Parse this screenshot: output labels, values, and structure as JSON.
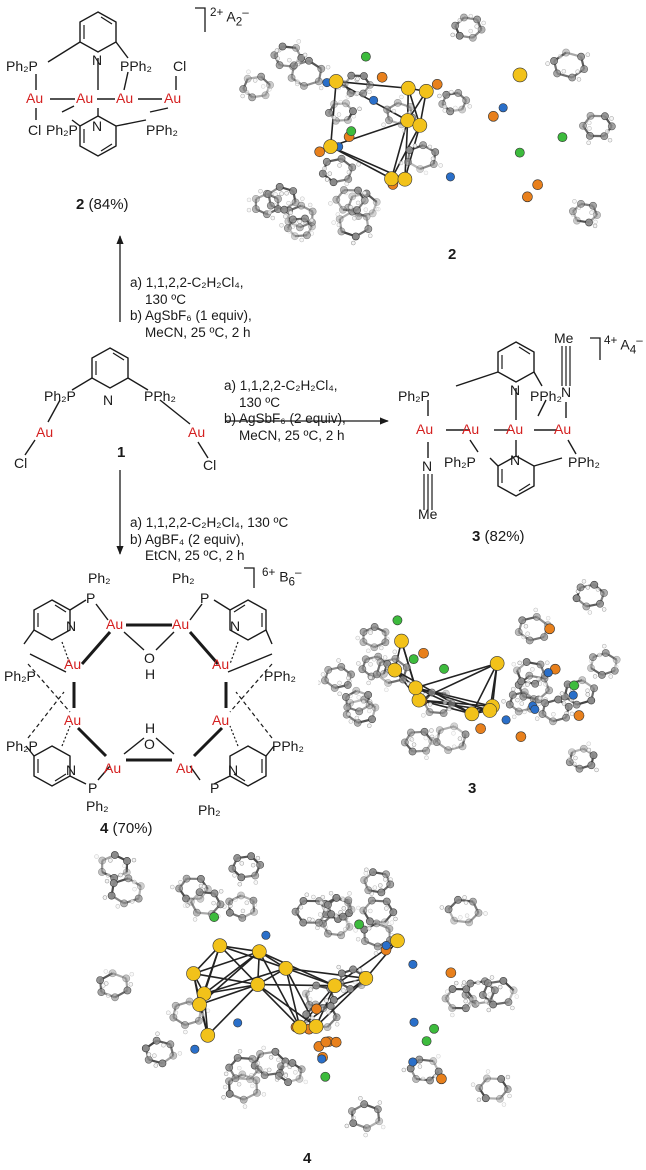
{
  "compounds": {
    "c1": {
      "number": "1"
    },
    "c2": {
      "number": "2",
      "yield": "(84%)",
      "charge": "2+",
      "anion": "A",
      "anion_sub": "2",
      "anion_sup": "–"
    },
    "c3": {
      "number": "3",
      "yield": "(82%)",
      "charge": "4+",
      "anion": "A",
      "anion_sub": "4",
      "anion_sup": "–"
    },
    "c4": {
      "number": "4",
      "yield": "(70%)",
      "charge": "6+",
      "anion": "B",
      "anion_sub": "6",
      "anion_sup": "–"
    }
  },
  "labels": {
    "ph2p": "Ph₂P",
    "pph2": "PPh₂",
    "ph2": "Ph₂",
    "au": "Au",
    "cl": "Cl",
    "n": "N",
    "p": "P",
    "o": "O",
    "h": "H",
    "me": "Me"
  },
  "conditions": {
    "to2": [
      "a) 1,1,2,2-C₂H₂Cl₄,",
      "    130 ºC",
      "b) AgSbF₆ (1 equiv),",
      "    MeCN, 25 ºC, 2 h"
    ],
    "to3": [
      "a) 1,1,2,2-C₂H₂Cl₄,",
      "    130 ºC",
      "b) AgSbF₆ (2 equiv),",
      "    MeCN, 25 ºC, 2 h"
    ],
    "to4": [
      "a) 1,1,2,2-C₂H₂Cl₄, 130 ºC",
      "b) AgBF₄ (2 equiv),",
      "    EtCN, 25 ºC, 2 h"
    ]
  },
  "crystal_labels": {
    "s2": "2",
    "s3": "3",
    "s4": "4"
  },
  "colors": {
    "gold": "#d42020",
    "bond": "#1a1a1a",
    "au_atom": "#f2c21a",
    "p_atom": "#e8801c",
    "n_atom": "#2a6fc9",
    "cl_atom": "#3dbb3d",
    "o_atom": "#d41a1a",
    "c_atom": "#8a8a8a"
  }
}
